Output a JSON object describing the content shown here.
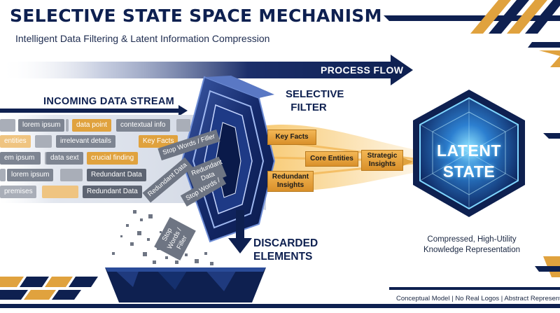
{
  "title": "SELECTIVE STATE SPACE MECHANISM",
  "subtitle": "Intelligent Data Filtering & Latent Information Compression",
  "process_flow": "PROCESS FLOW",
  "incoming_label": "INCOMING DATA STREAM",
  "selective_filter": "SELECTIVE FILTER",
  "discarded": "DISCARDED ELEMENTS",
  "latent": {
    "title": "LATENT STATE",
    "description": "Compressed, High-Utility Knowledge Representation"
  },
  "stream_chips": {
    "c1": "lorem ipsum",
    "c2": "data point",
    "c3": "contextual info",
    "c4": "entities",
    "c5": "irrelevant details",
    "c6": "Key Facts",
    "c7": "em ipsum",
    "c8": "data sext",
    "c9": "crucial finding",
    "c10": "lorem ipsum",
    "c11": "Redundant Data",
    "c12": "premises",
    "c13": "Redundant Data"
  },
  "rotated_chips": {
    "r1": "Stop Words / Filler",
    "r2": "Redundant Data",
    "r3": "Redundant Data",
    "r4": "Stop Words /",
    "r5": "Stop Words / Filler"
  },
  "outputs": {
    "key_facts": "Key Facts",
    "core_entities": "Core Entities",
    "redundant_insights": "Redundant Insights",
    "strategic_insights": "Strategic Insights"
  },
  "footer": "Conceptual Model | No Real Logos | Abstract Representation",
  "colors": {
    "navy": "#0e2050",
    "gold": "#e0a23e",
    "cyan_glow": "#4fc3ff",
    "gray_chip": "#7e8592"
  }
}
